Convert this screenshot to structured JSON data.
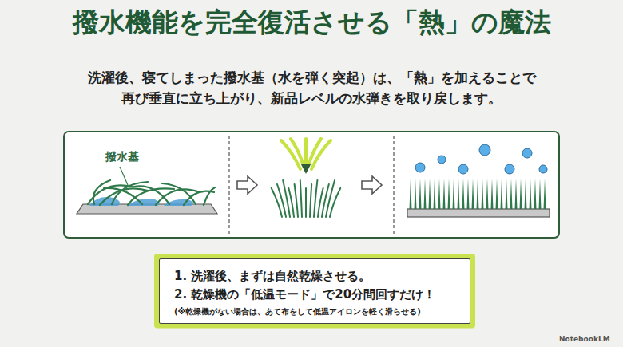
{
  "diagram": {
    "title": "撥水機能を完全復活させる「熱」の魔法",
    "nodes": [
      {
        "text": [
          "1. 洗濯後、まずは自然乾燥させる。",
          "2. 乾燥機の「低温モード」で20分間回すだけ！",
          "(※乾燥機がない場合は、あて布をして低温アイロンを軽く滑らせる)"
        ]
      }
    ],
    "labels": [
      "洗濯後、寝てしまった撥水基（水を弾く突起）は、「熱」を加えることで",
      "再び垂直に立ち上がり、新品レベルの水弾きを取り戻します。",
      "撥水基",
      "NotebookLM"
    ]
  }
}
